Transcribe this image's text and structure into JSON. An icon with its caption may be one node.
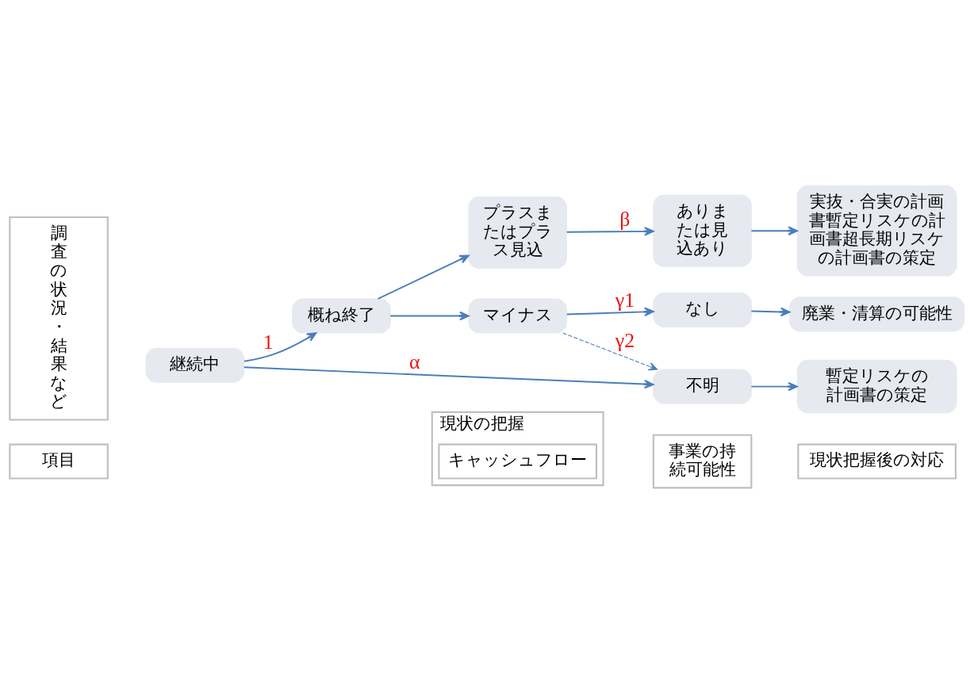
{
  "diagram": {
    "nodes": [
      {
        "text": [
          "項目"
        ]
      },
      {
        "text": [
          "現状の把握"
        ]
      },
      {
        "text": [
          "キャッシュフロー"
        ],
        "in": 1
      },
      {
        "text": [
          "事業の持続可能性"
        ]
      },
      {
        "text": [
          "現状把握後の対応"
        ]
      },
      {
        "text": [
          "調査の状況・結果など"
        ]
      },
      {
        "text": [
          "概ね終了"
        ]
      },
      {
        "text": [
          "プラスまたはプラス見込"
        ]
      },
      {
        "text": [
          "ありまたは見込あり"
        ]
      },
      {
        "text": [
          "実抜・合実の計画書暫定リスケの計画書超長期リスケの計画書の策定"
        ]
      },
      {
        "text": [
          "マイナス"
        ]
      },
      {
        "text": [
          "なし"
        ]
      },
      {
        "text": [
          "廃業・清算の可能性"
        ]
      },
      {
        "text": [
          "継続中"
        ]
      },
      {
        "text": [
          "不明"
        ]
      },
      {
        "text": [
          "暫定リスケの計画書の策定"
        ]
      }
    ],
    "edges": [
      {
        "from": 6,
        "to": 7,
        "arrow": "to"
      },
      {
        "from": 7,
        "to": 8,
        "arrow": "to",
        "label": "β"
      },
      {
        "from": 8,
        "to": 9,
        "arrow": "to"
      },
      {
        "from": 6,
        "to": 10,
        "arrow": "to"
      },
      {
        "from": 10,
        "to": 11,
        "arrow": "to",
        "label": "γ1"
      },
      {
        "from": 11,
        "to": 12,
        "arrow": "to"
      },
      {
        "from": 10,
        "to": 14,
        "arrow": "to",
        "label": "γ2",
        "style": "dashed"
      },
      {
        "from": 13,
        "to": 6,
        "arrow": "to",
        "label": "1"
      },
      {
        "from": 13,
        "to": 14,
        "arrow": "to",
        "label": "α"
      },
      {
        "from": 14,
        "to": 15,
        "arrow": "to"
      }
    ]
  }
}
